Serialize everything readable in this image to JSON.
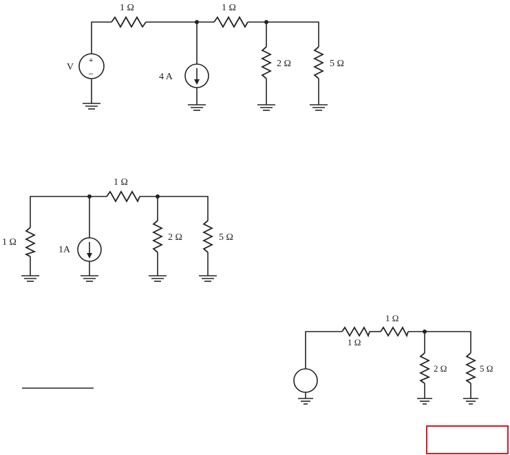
{
  "circuit_1": {
    "r_top_left": "1 Ω",
    "r_top_right": "1 Ω",
    "source_v_label": "V",
    "plus": "+",
    "minus": "–",
    "current_source_label": "4 A",
    "r_shunt_1": "2 Ω",
    "r_shunt_2": "5 Ω"
  },
  "circuit_2": {
    "r_top": "1 Ω",
    "r_left": "1 Ω",
    "current_source_label": "1A",
    "r_shunt_1": "2 Ω",
    "r_shunt_2": "5 Ω"
  },
  "circuit_3": {
    "r_series_1": "1 Ω",
    "r_series_2": "1 Ω",
    "r_shunt_1": "2 Ω",
    "r_shunt_2": "5 Ω"
  },
  "colors": {
    "ink": "#222222",
    "answer_box_border": "#e0141e"
  }
}
